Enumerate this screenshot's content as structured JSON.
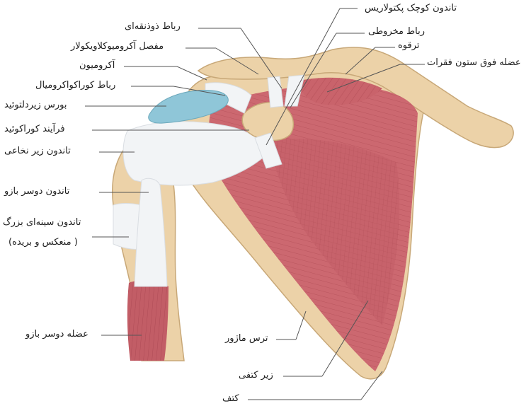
{
  "labels": {
    "pec_minor_tendon": "تاندون کوچک پکتولاریس",
    "trapezoid_ligament": "رباط ذوذنقه‌ای",
    "conoid_ligament": "رباط مخروطی",
    "ac_joint": "مفصل آکرومیوکلاویکولار",
    "clavicle": "ترقوه",
    "acromion": "آکرومیون",
    "supraspinatus": "عضله فوق ستون فقرات",
    "coracoacromial_ligament": "رباط کوراکواکرومیال",
    "subdeltoid_bursa": "بورس زیردلتوئید",
    "coracoid_process": "فرآیند کوراکوئید",
    "subscapularis_tendon": "تاندون زیر نخاعی",
    "biceps_tendon": "تاندون دوسر بازو",
    "pec_major_tendon_line1": "تاندون سینه‌ای بزرگ",
    "pec_major_tendon_line2": "( منعکس و بریده)",
    "biceps_muscle": "عضله دوسر بازو",
    "teres_major": "ترس ماژور",
    "subscapularis": "زیر کتفی",
    "scapula": "کتف"
  },
  "colors": {
    "bone": "#ecd2a8",
    "bone_edge": "#c8a878",
    "muscle": "#c9636b",
    "muscle_dark": "#a8434d",
    "tendon": "#f2f4f6",
    "bursa": "#8fc6d8",
    "leader": "#555555"
  }
}
